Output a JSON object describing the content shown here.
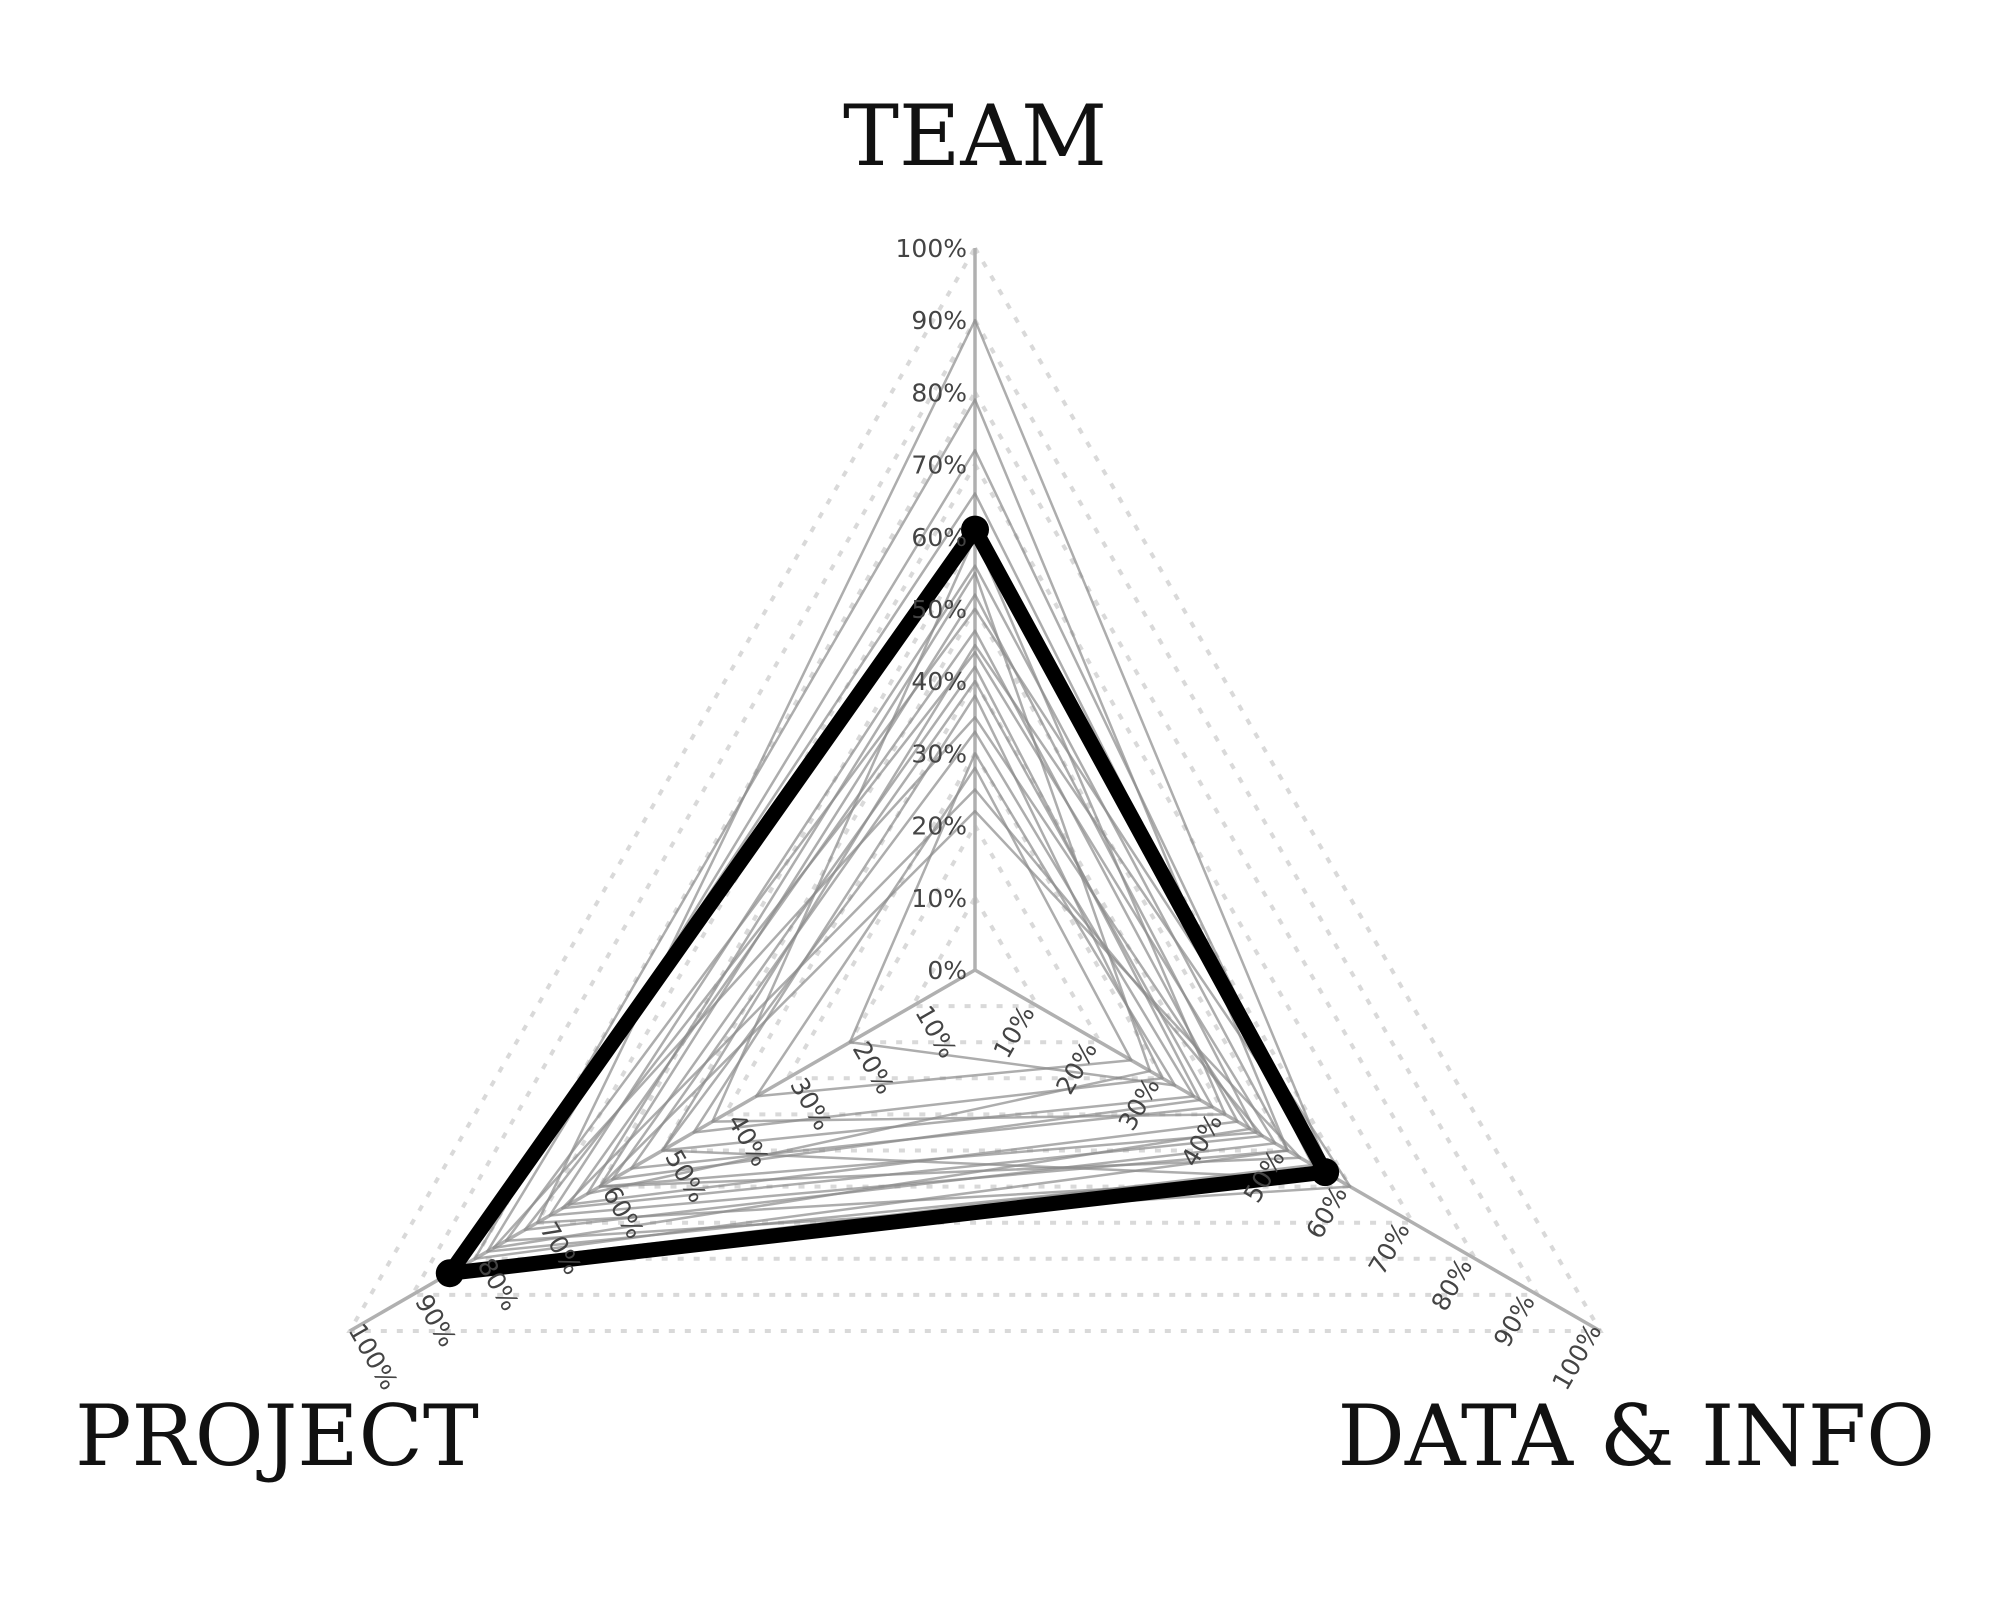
{
  "chart_data": {
    "type": "radar",
    "axes": [
      "TEAM",
      "DATA & INFO",
      "PROJECT"
    ],
    "tick_labels": [
      "0%",
      "10%",
      "20%",
      "30%",
      "40%",
      "50%",
      "60%",
      "70%",
      "80%",
      "90%",
      "100%"
    ],
    "range": [
      0,
      100
    ],
    "grid": true,
    "highlight": {
      "values": [
        61,
        56,
        84
      ],
      "color": "#000000"
    },
    "background_series": [
      {
        "values": [
          90,
          57,
          70
        ]
      },
      {
        "values": [
          79,
          50,
          80
        ]
      },
      {
        "values": [
          72,
          55,
          78
        ]
      },
      {
        "values": [
          66,
          54,
          82
        ]
      },
      {
        "values": [
          56,
          50,
          68
        ]
      },
      {
        "values": [
          52,
          45,
          60
        ]
      },
      {
        "values": [
          50,
          60,
          75
        ]
      },
      {
        "values": [
          47,
          42,
          65
        ]
      },
      {
        "values": [
          44,
          48,
          72
        ]
      },
      {
        "values": [
          40,
          38,
          55
        ]
      },
      {
        "values": [
          38,
          30,
          45
        ]
      },
      {
        "values": [
          33,
          35,
          50
        ]
      },
      {
        "values": [
          28,
          25,
          35
        ]
      },
      {
        "values": [
          22,
          52,
          60
        ]
      },
      {
        "values": [
          60,
          40,
          42
        ]
      },
      {
        "values": [
          35,
          44,
          77
        ]
      },
      {
        "values": [
          45,
          58,
          50
        ]
      },
      {
        "values": [
          55,
          28,
          62
        ]
      },
      {
        "values": [
          25,
          46,
          66
        ]
      },
      {
        "values": [
          30,
          32,
          20
        ]
      },
      {
        "values": [
          42,
          36,
          58
        ]
      }
    ],
    "colors": {
      "background_series": "#8a8a8a",
      "grid": "#d9d9d9",
      "axis": "#b0b0b0"
    }
  }
}
